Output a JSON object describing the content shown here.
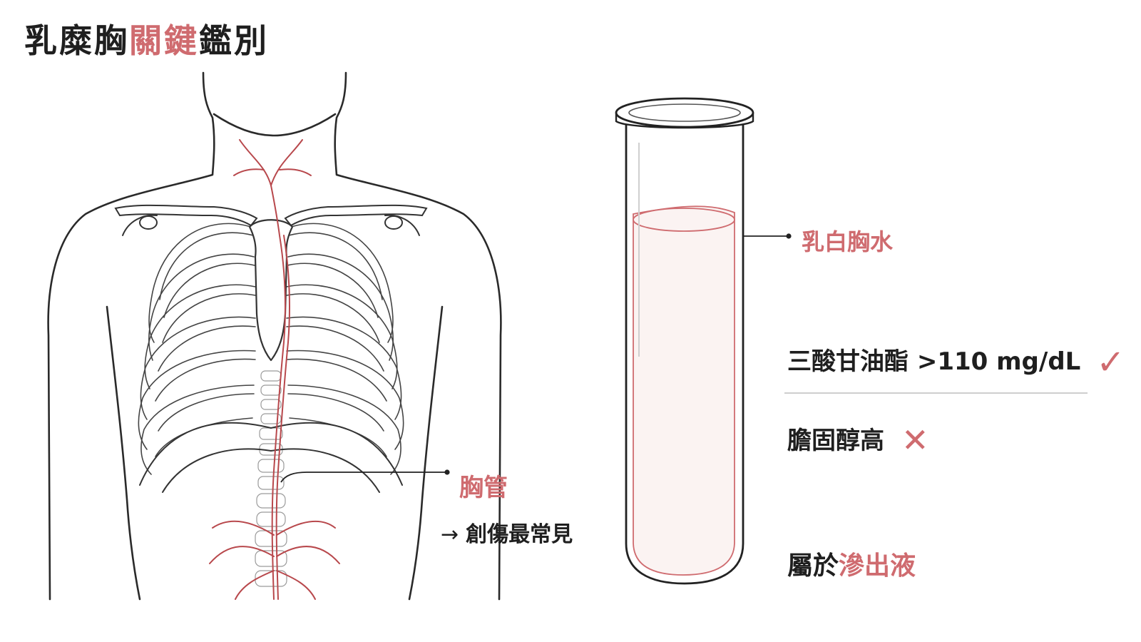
{
  "title": {
    "part1": "乳糜胸",
    "accent": "關鍵",
    "part2": "鑑別"
  },
  "labels": {
    "thoracic_duct": "胸管",
    "trauma_arrow": "→",
    "trauma": "創傷最常見",
    "chylous_fluid": "乳白胸水",
    "triglyceride": "三酸甘油酯 >110 mg/dL",
    "check_mark": "✓",
    "cholesterol": "膽固醇高",
    "cross_mark": "✕",
    "exudate_prefix": "屬於",
    "exudate_accent": "滲出液"
  },
  "colors": {
    "accent": "#cf6b6f",
    "ink": "#1f1f1f",
    "line": "#3a3a3a",
    "vessel": "#b8484c",
    "fluid": "#fbf3f2"
  },
  "icons": [
    "check-icon",
    "cross-icon",
    "arrow-right-icon",
    "test-tube-icon"
  ]
}
